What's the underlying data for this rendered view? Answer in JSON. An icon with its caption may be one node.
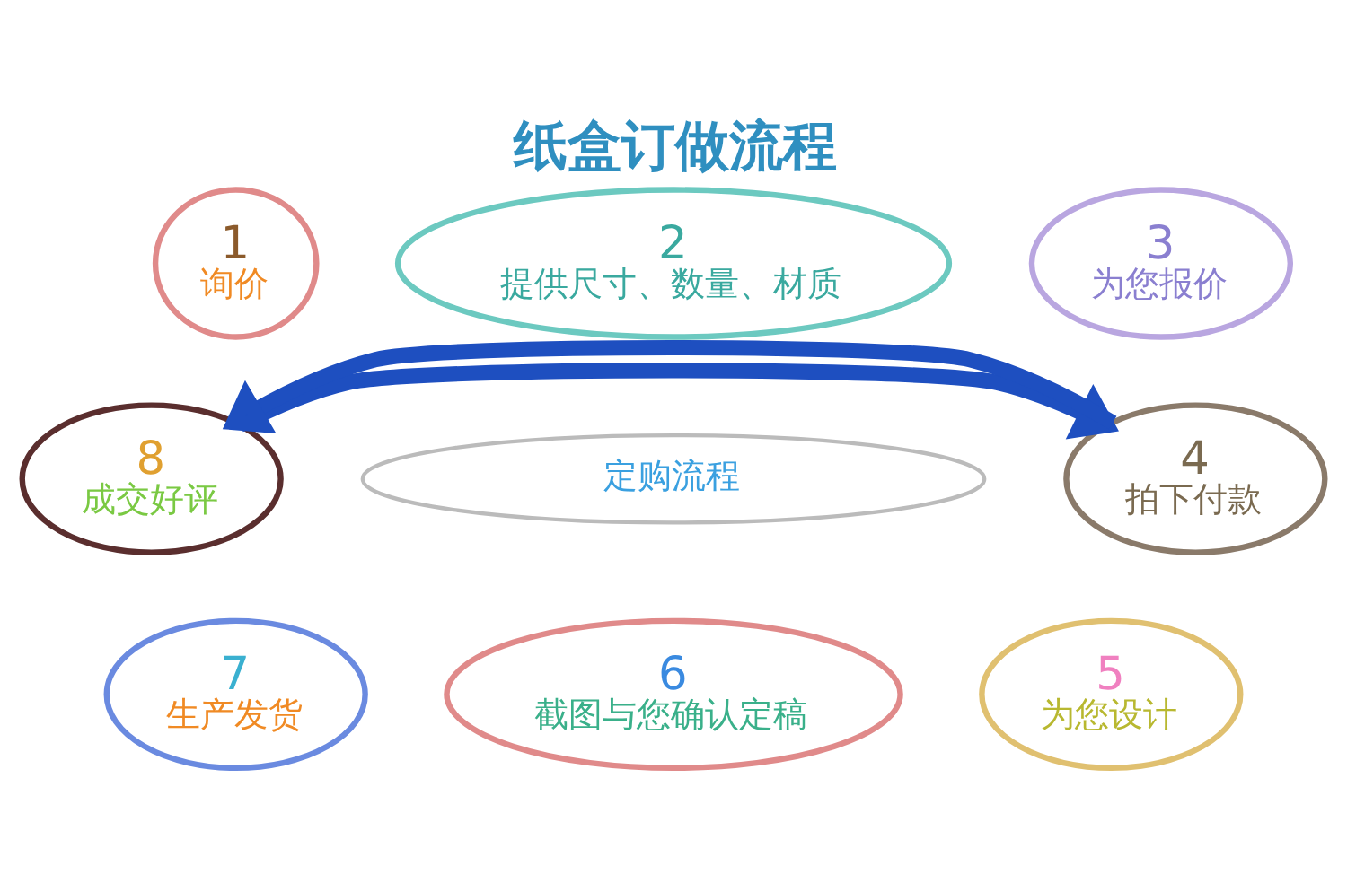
{
  "diagram": {
    "title": "纸盒订做流程",
    "nodes": [
      {
        "text": [
          "1",
          "询价"
        ]
      },
      {
        "text": [
          "2",
          "提供尺寸、数量、材质"
        ]
      },
      {
        "text": [
          "3",
          "为您报价"
        ]
      },
      {
        "text": [
          "8",
          "成交好评"
        ]
      },
      {
        "text": [
          "定购流程"
        ]
      },
      {
        "text": [
          "4",
          "拍下付款"
        ]
      },
      {
        "text": [
          "7",
          "生产发货"
        ]
      },
      {
        "text": [
          "6",
          "截图与您确认定稿"
        ]
      },
      {
        "text": [
          "5",
          "为您设计"
        ]
      }
    ],
    "edges": [
      {
        "from": 3,
        "to": 5,
        "arrow": "to"
      },
      {
        "from": 5,
        "to": 3,
        "arrow": "to"
      }
    ]
  }
}
